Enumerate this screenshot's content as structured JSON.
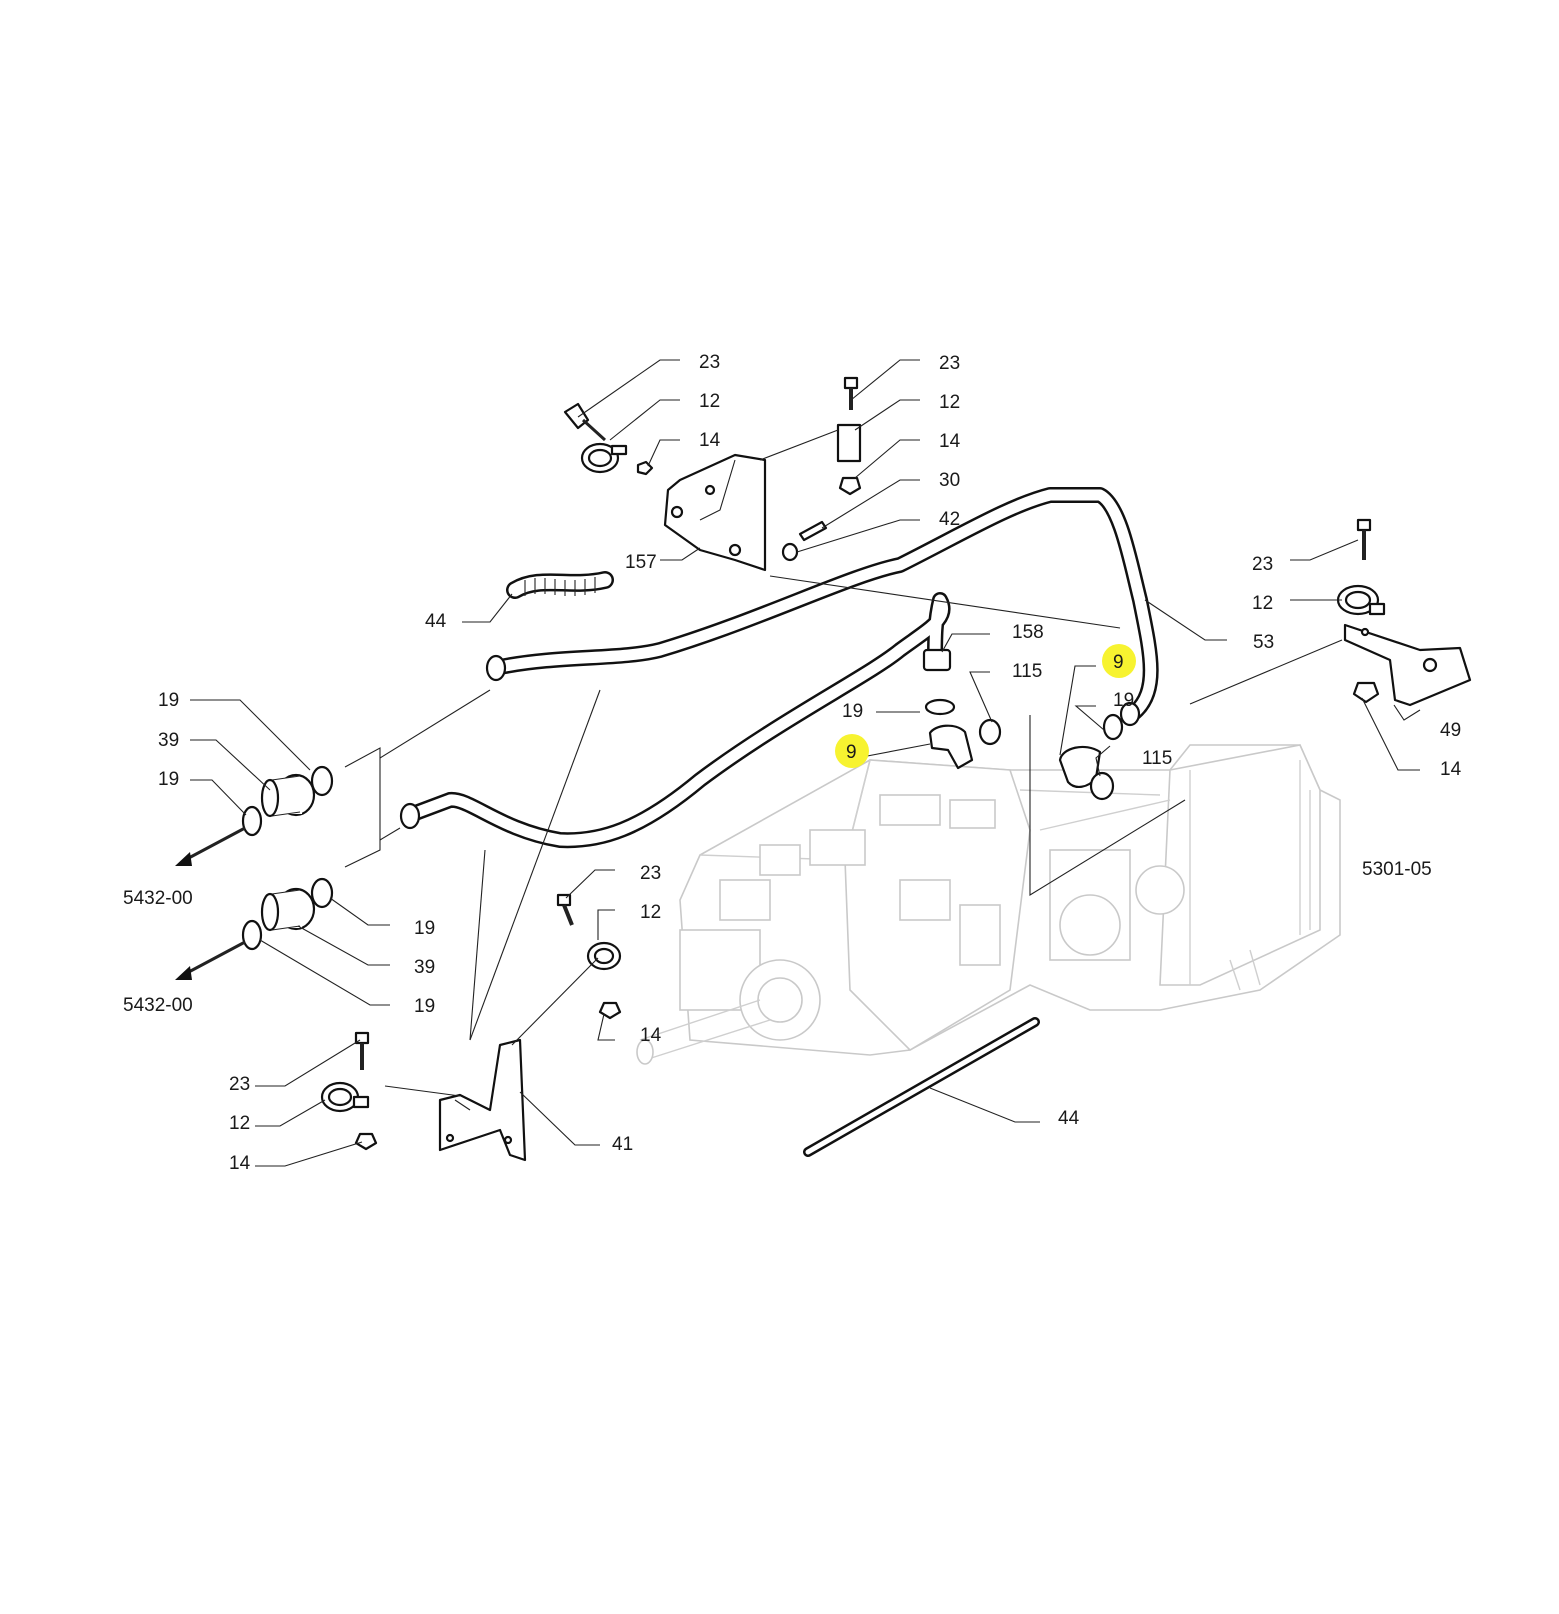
{
  "diagram": {
    "callouts": {
      "c01": "23",
      "c02": "12",
      "c03": "14",
      "c04": "23",
      "c05": "12",
      "c06": "14",
      "c07": "30",
      "c08": "42",
      "c09": "157",
      "c10": "44",
      "c11": "158",
      "c12": "115",
      "c13": "9",
      "c14": "19",
      "c15": "53",
      "c16": "23",
      "c17": "12",
      "c18": "49",
      "c19": "14",
      "c20": "19",
      "c21": "9",
      "c22": "19",
      "c23": "115",
      "c24": "19",
      "c25": "39",
      "c26": "19",
      "c27": "19",
      "c28": "39",
      "c29": "19",
      "c30": "23",
      "c31": "12",
      "c32": "14",
      "c33": "23",
      "c34": "12",
      "c35": "14",
      "c36": "41",
      "c37": "44"
    },
    "references": {
      "ref_upper": "5432-00",
      "ref_lower": "5432-00",
      "ref_transmission": "5301-05"
    },
    "highlight_color": "#f7f330"
  }
}
